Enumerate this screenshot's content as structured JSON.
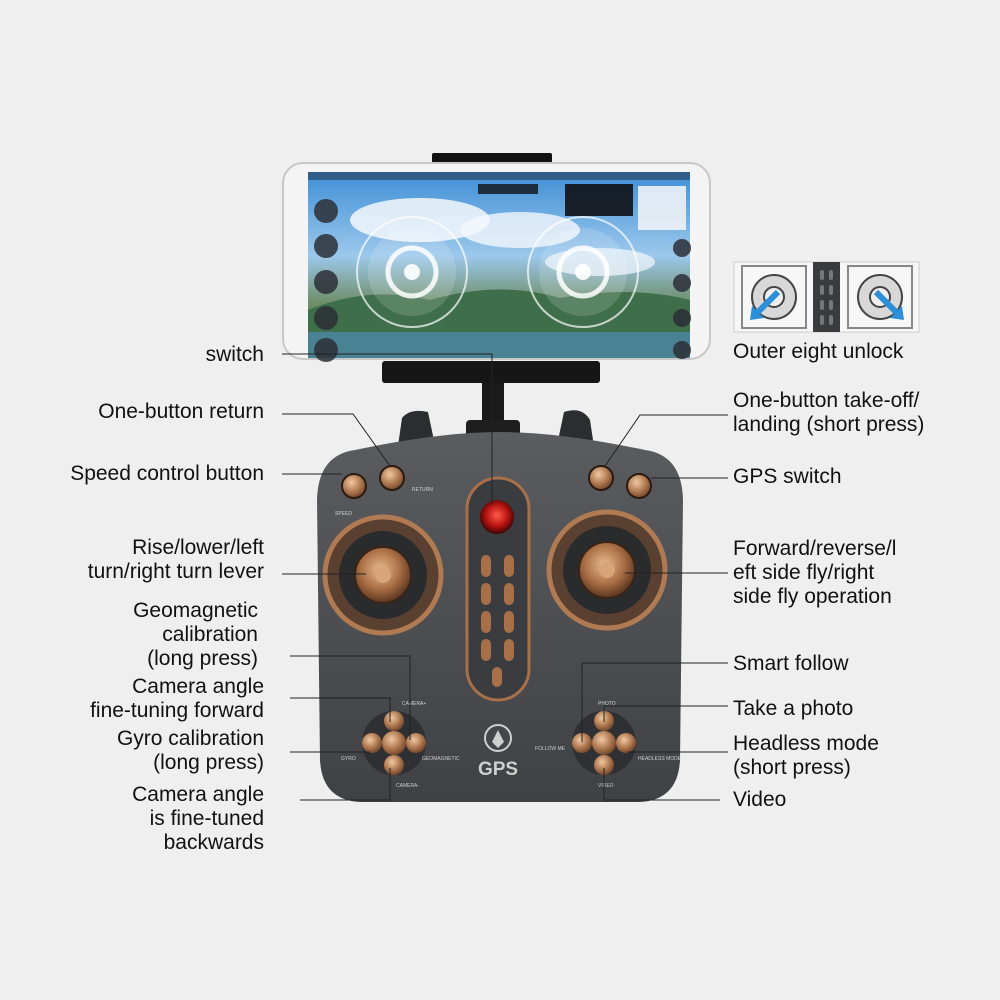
{
  "labels": {
    "switch": "switch",
    "one_button_return": "One-button return",
    "speed_control": "Speed control button",
    "left_lever": "Rise/lower/left\nturn/right turn lever",
    "geomagnetic": "Geomagnetic\ncalibration\n(long press)",
    "camera_forward": "Camera angle\nfine-tuning forward",
    "gyro": "Gyro calibration\n(long press)",
    "camera_backward": "Camera angle\nis fine-tuned\nbackwards",
    "outer_eight": "Outer eight unlock",
    "takeoff": "One-button take-off/\nlanding (short press)",
    "gps_switch": "GPS switch",
    "right_lever": "Forward/reverse/l\neft side fly/right\nside fly operation",
    "smart_follow": "Smart follow",
    "take_photo": "Take a photo",
    "headless": "Headless mode\n(short press)",
    "video": "Video"
  },
  "controller": {
    "logo_text": "GPS",
    "button_labels": {
      "return": "RETURN",
      "speed": "SPEED",
      "camera_plus": "CAMERA+",
      "camera_minus": "CAMERA-",
      "gyro": "GYRO",
      "geomagnetic": "GEOMAGNETIC",
      "follow_me": "FOLLOW ME",
      "photo": "PHOTO",
      "headless": "HEADLESS MODE",
      "video": "VIDEO"
    }
  },
  "colors": {
    "body": "#4b4d50",
    "bronze": "#b07a52",
    "background": "#efefef",
    "leader": "#222222"
  }
}
